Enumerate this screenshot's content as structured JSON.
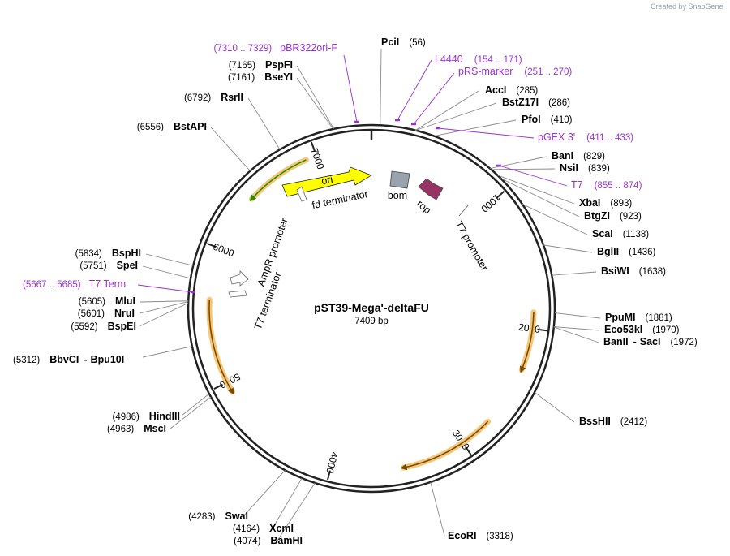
{
  "credit": "Created by SnapGene",
  "plasmid": {
    "name": "pST39-Mega'-deltaFU",
    "length_label": "7409 bp",
    "length": 7409
  },
  "ticks": [
    {
      "bp": 1000,
      "label": "1000"
    },
    {
      "bp": 2000,
      "label": "2000"
    },
    {
      "bp": 3000,
      "label": "3000"
    },
    {
      "bp": 4000,
      "label": "4000"
    },
    {
      "bp": 5000,
      "label": "5000"
    },
    {
      "bp": 6000,
      "label": "6000"
    },
    {
      "bp": 7000,
      "label": "7000"
    }
  ],
  "enzymes": [
    {
      "name": "PciI",
      "pos": "(56)",
      "bp": 56
    },
    {
      "name": "AccI",
      "pos": "(285)",
      "bp": 285
    },
    {
      "name": "BstZ17I",
      "pos": "(286)",
      "bp": 286
    },
    {
      "name": "PfoI",
      "pos": "(410)",
      "bp": 410
    },
    {
      "name": "BanI",
      "pos": "(829)",
      "bp": 829
    },
    {
      "name": "NsiI",
      "pos": "(839)",
      "bp": 839
    },
    {
      "name": "XbaI",
      "pos": "(893)",
      "bp": 893
    },
    {
      "name": "BtgZI",
      "pos": "(923)",
      "bp": 923
    },
    {
      "name": "ScaI",
      "pos": "(1138)",
      "bp": 1138
    },
    {
      "name": "BglII",
      "pos": "(1436)",
      "bp": 1436
    },
    {
      "name": "BsiWI",
      "pos": "(1638)",
      "bp": 1638
    },
    {
      "name": "PpuMI",
      "pos": "(1881)",
      "bp": 1881
    },
    {
      "name": "Eco53kI",
      "pos": "(1970)",
      "bp": 1970
    },
    {
      "name": "BanII",
      "name2": "SacI",
      "pos": "(1972)",
      "bp": 1972
    },
    {
      "name": "BssHII",
      "pos": "(2412)",
      "bp": 2412
    },
    {
      "name": "EcoRI",
      "pos": "(3318)",
      "bp": 3318
    },
    {
      "name": "BamHI",
      "pos": "(4074)",
      "bp": 4074
    },
    {
      "name": "XcmI",
      "pos": "(4164)",
      "bp": 4164
    },
    {
      "name": "SwaI",
      "pos": "(4283)",
      "bp": 4283
    },
    {
      "name": "MscI",
      "pos": "(4963)",
      "bp": 4963
    },
    {
      "name": "HindIII",
      "pos": "(4986)",
      "bp": 4986
    },
    {
      "name": "BbvCI",
      "name2": "Bpu10I",
      "pos": "(5312)",
      "bp": 5312
    },
    {
      "name": "BspEI",
      "pos": "(5592)",
      "bp": 5592
    },
    {
      "name": "NruI",
      "pos": "(5601)",
      "bp": 5601
    },
    {
      "name": "MluI",
      "pos": "(5605)",
      "bp": 5605
    },
    {
      "name": "SpeI",
      "pos": "(5751)",
      "bp": 5751
    },
    {
      "name": "BspHI",
      "pos": "(5834)",
      "bp": 5834
    },
    {
      "name": "BstAPI",
      "pos": "(6556)",
      "bp": 6556
    },
    {
      "name": "RsrII",
      "pos": "(6792)",
      "bp": 6792
    },
    {
      "name": "BseYI",
      "pos": "(7161)",
      "bp": 7161
    },
    {
      "name": "PspFI",
      "pos": "(7165)",
      "bp": 7165
    }
  ],
  "primers": [
    {
      "name": "pBR322ori-F",
      "range": "(7310 .. 7329)",
      "bp": 7320
    },
    {
      "name": "L4440",
      "range": "(154 .. 171)",
      "bp": 162
    },
    {
      "name": "pRS-marker",
      "range": "(251 .. 270)",
      "bp": 260
    },
    {
      "name": "pGEX 3'",
      "range": "(411 .. 433)",
      "bp": 422
    },
    {
      "name": "T7",
      "range": "(855 .. 874)",
      "bp": 865
    },
    {
      "name": "T7 Term",
      "range": "(5667 .. 5685)",
      "bp": 5676
    }
  ],
  "features": [
    {
      "name": "ori",
      "type": "rep_origin",
      "color": "#ffff00"
    },
    {
      "name": "bom",
      "type": "misc",
      "color": "#9aa3ad"
    },
    {
      "name": "rop",
      "type": "cds",
      "color": "#993366"
    },
    {
      "name": "fd terminator",
      "type": "terminator"
    },
    {
      "name": "T7 promoter",
      "type": "promoter"
    },
    {
      "name": "AmpR promoter",
      "type": "promoter"
    },
    {
      "name": "T7 terminator",
      "type": "terminator"
    }
  ],
  "orf_arcs": [
    {
      "from": 1880,
      "to": 2310,
      "dir": "cw"
    },
    {
      "from": 2760,
      "to": 3470,
      "dir": "cw"
    },
    {
      "from": 4920,
      "to": 5620,
      "dir": "ccw"
    },
    {
      "from": 6430,
      "to": 6920,
      "dir": "ccw"
    }
  ],
  "colors": {
    "backbone": "#222222",
    "orf_glow": "#f5c77a",
    "orf_core": "#7a4a00",
    "orf_green_core": "#2a8a00",
    "primer": "#9b30d0",
    "credit_logo": "#4fa3e0"
  }
}
